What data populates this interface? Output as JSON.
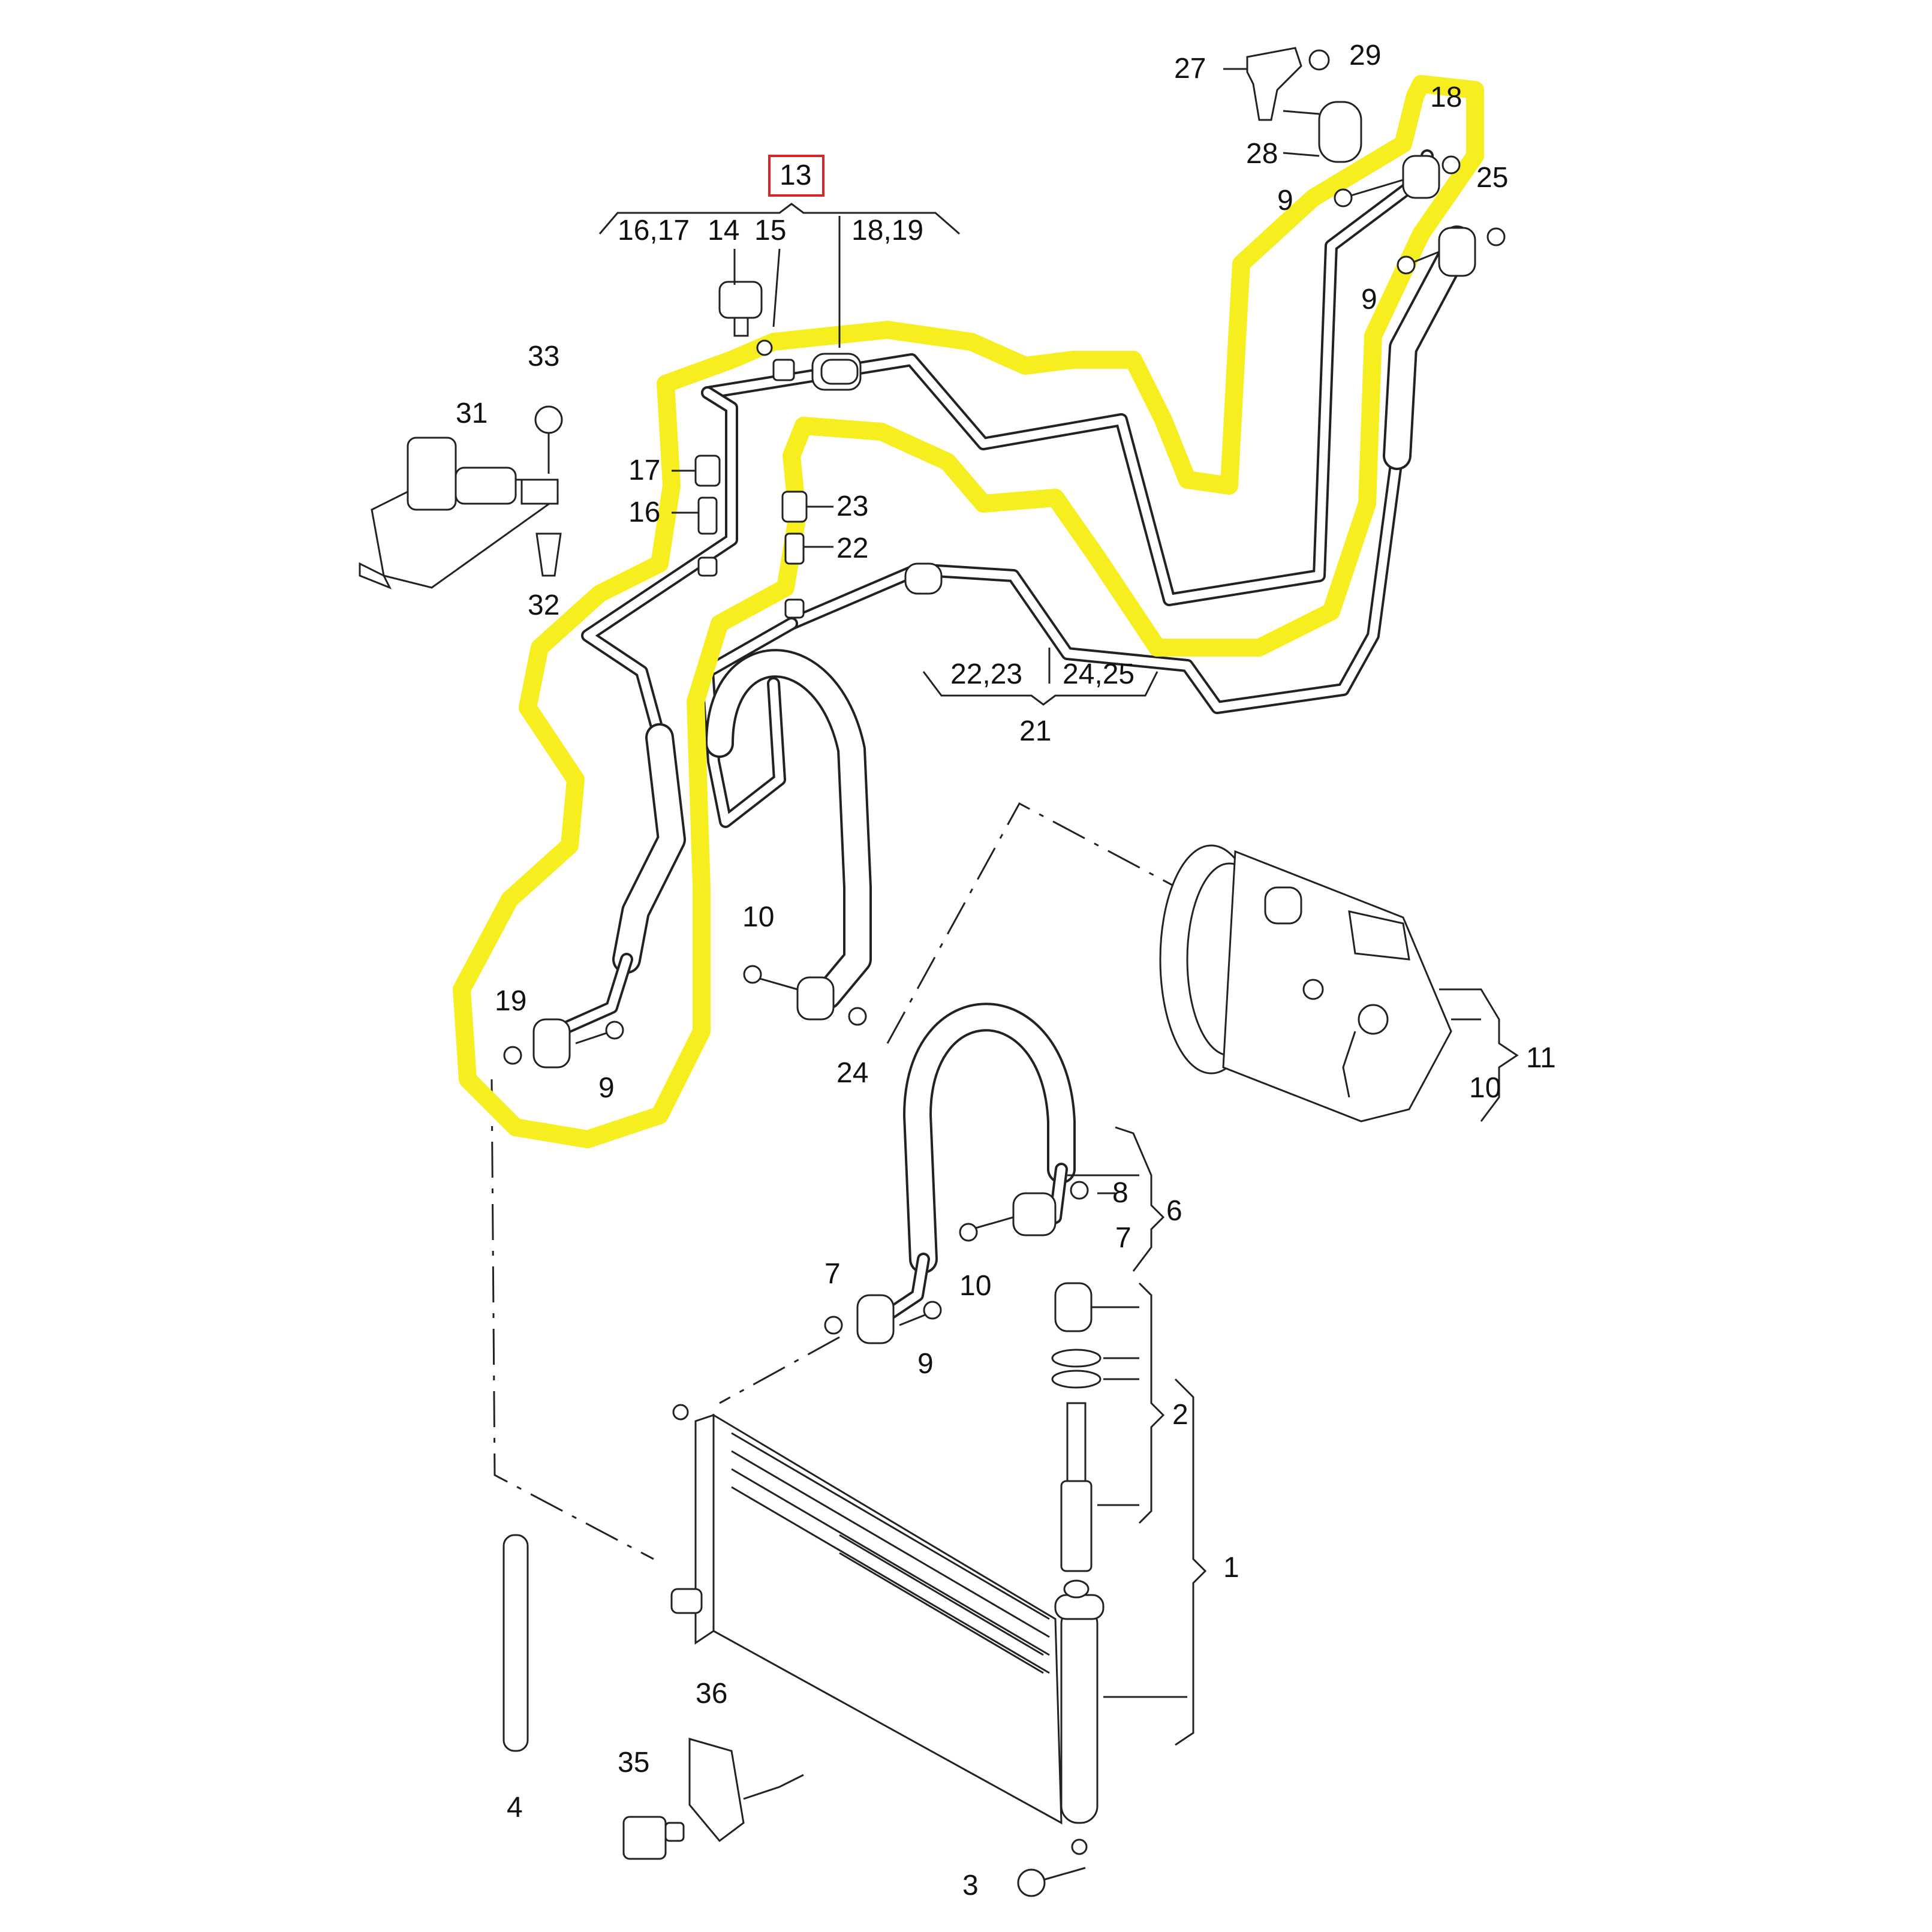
{
  "diagram": {
    "highlight_color": "#f7ee1f",
    "callout_box_color": "#d62828",
    "boxed_label": "13",
    "labels": {
      "l27": "27",
      "l29": "29",
      "l28": "28",
      "l18": "18",
      "l25": "25",
      "l9a": "9",
      "l9b": "9",
      "l9c": "9",
      "l9d": "9",
      "l1617": "16,17",
      "l14": "14",
      "l15": "15",
      "l1819": "18,19",
      "l33": "33",
      "l31": "31",
      "l32": "32",
      "l17": "17",
      "l16": "16",
      "l23": "23",
      "l22": "22",
      "l2223": "22,23",
      "l2425": "24,25",
      "l21": "21",
      "l10a": "10",
      "l10b": "10",
      "l10c": "10",
      "l19": "19",
      "l24": "24",
      "l11": "11",
      "l8": "8",
      "l6": "6",
      "l7a": "7",
      "l7b": "7",
      "l2": "2",
      "l1": "1",
      "l4": "4",
      "l36": "36",
      "l35": "35",
      "l3": "3"
    }
  }
}
